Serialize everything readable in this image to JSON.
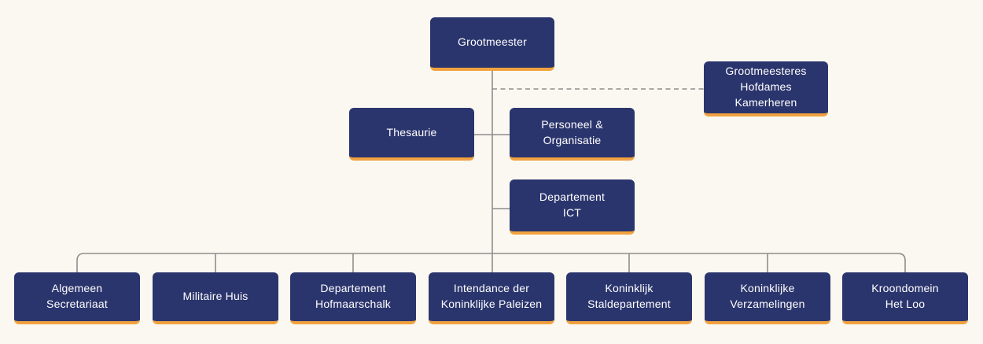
{
  "theme": {
    "background": "#fbf8f1",
    "node_background": "#2b356d",
    "node_accent": "#f1a23f",
    "node_text": "#ffffff",
    "connector": "#8e8e8e"
  },
  "org_chart": {
    "type": "organization-chart",
    "root": {
      "label": "Grootmeester"
    },
    "advisory": {
      "label": "Grootmeesteres\nHofdames\nKamerheren",
      "connector_style": "dashed"
    },
    "staff_units": [
      {
        "label": "Thesaurie"
      },
      {
        "label": "Personeel &\nOrganisatie"
      },
      {
        "label": "Departement\nICT"
      }
    ],
    "departments": [
      {
        "label": "Algemeen\nSecretariaat"
      },
      {
        "label": "Militaire Huis"
      },
      {
        "label": "Departement\nHofmaarschalk"
      },
      {
        "label": "Intendance der\nKoninklijke Paleizen"
      },
      {
        "label": "Koninklijk\nStaldepartement"
      },
      {
        "label": "Koninklijke\nVerzamelingen"
      },
      {
        "label": "Kroondomein\nHet Loo"
      }
    ]
  }
}
